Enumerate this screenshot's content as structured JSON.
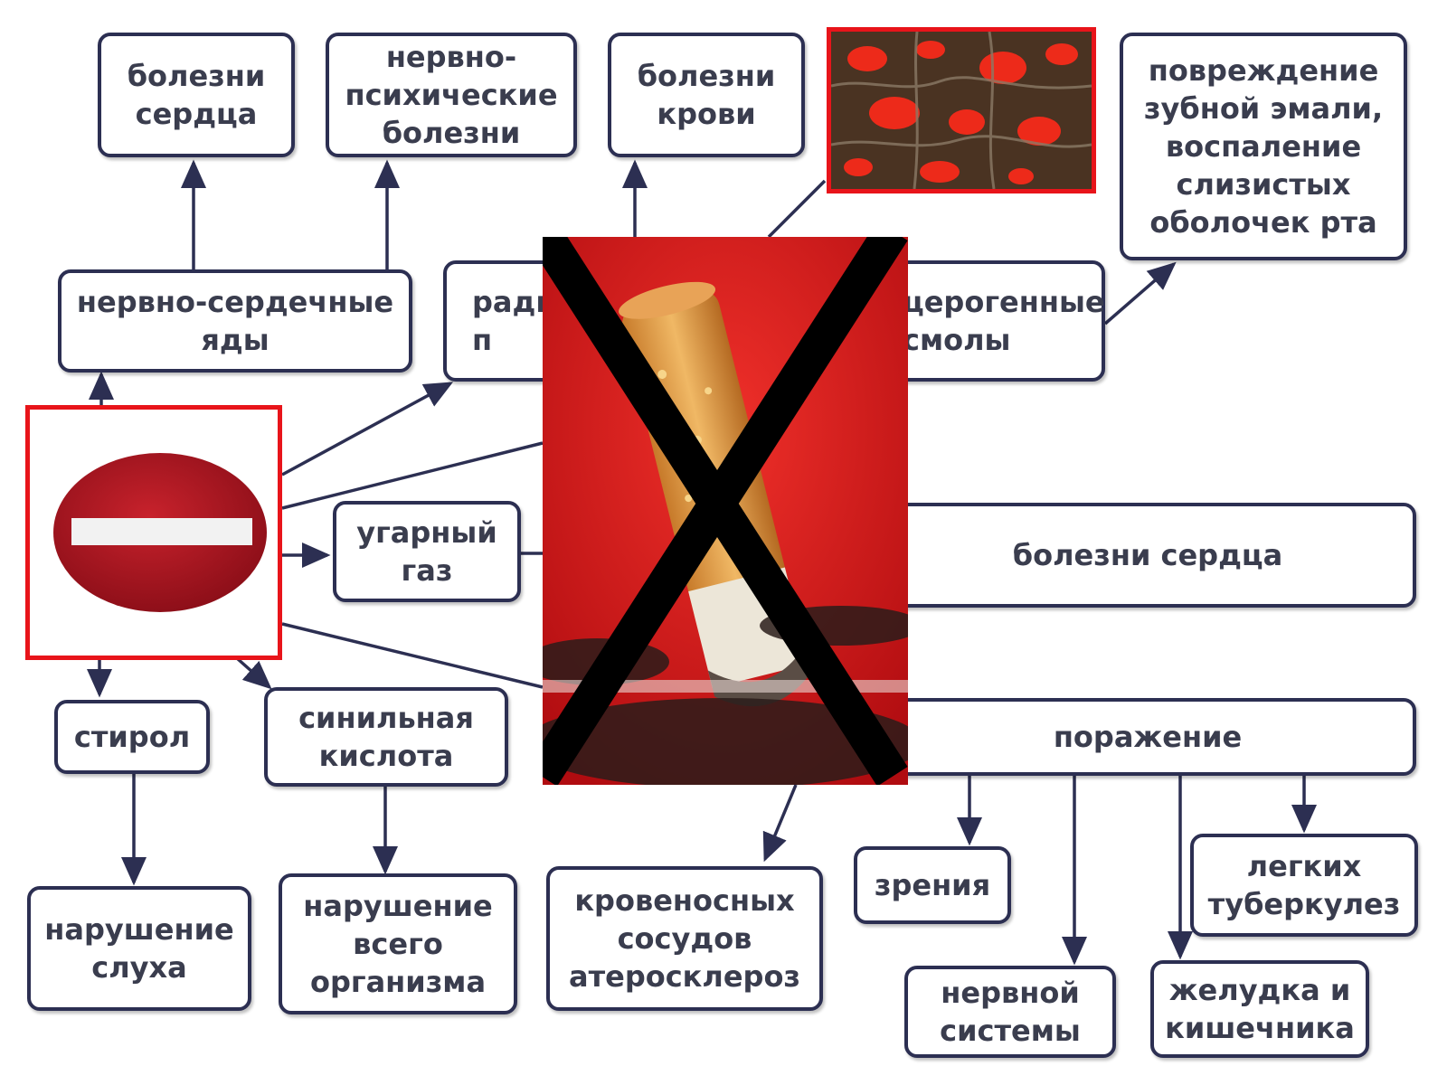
{
  "colors": {
    "box_border": "#2c2f52",
    "text": "#3a3d4e",
    "frame_red": "#e8141a",
    "cross": "#000000",
    "sign_red": "#a3141e"
  },
  "icons": {
    "no_entry_sign": "no-entry-sign-icon",
    "cigarette_photo": "cigarette-butt-photo",
    "lung_tissue_photo": "damaged-lung-tissue-photo"
  },
  "boxes": {
    "heart_diseases_top": "болезни\nсердца",
    "neuro_psychic": "нервно-\nпсихические\nболезни",
    "blood_diseases": "болезни\nкрови",
    "tooth_damage": "повреждение\nзубной эмали,\nвоспаление\nслизистых\nоболочек рта",
    "neuro_cardiac_poisons": "нервно-сердечные\nяды",
    "radioactive_partial": "ради\nп",
    "carcinogenic_resins_partial": "церогенные\nсмолы",
    "carbon_monoxide": "угарный\nгаз",
    "heart_diseases_right": "болезни сердца",
    "styrol": "стирол",
    "hydrocyanic_acid": "синильная\nкислота",
    "damage": "поражение",
    "hearing_impairment": "нарушение\nслуха",
    "whole_body_disorder": "нарушение\nвсего\nорганизма",
    "vessels_atherosclerosis": "кровеносных\nсосудов\nатеросклероз",
    "vision": "зрения",
    "lungs_tuberculosis": "легких\nтуберкулез",
    "nervous_system": "нервной\nсистемы",
    "stomach_intestine": "желудка и\nкишечника"
  }
}
